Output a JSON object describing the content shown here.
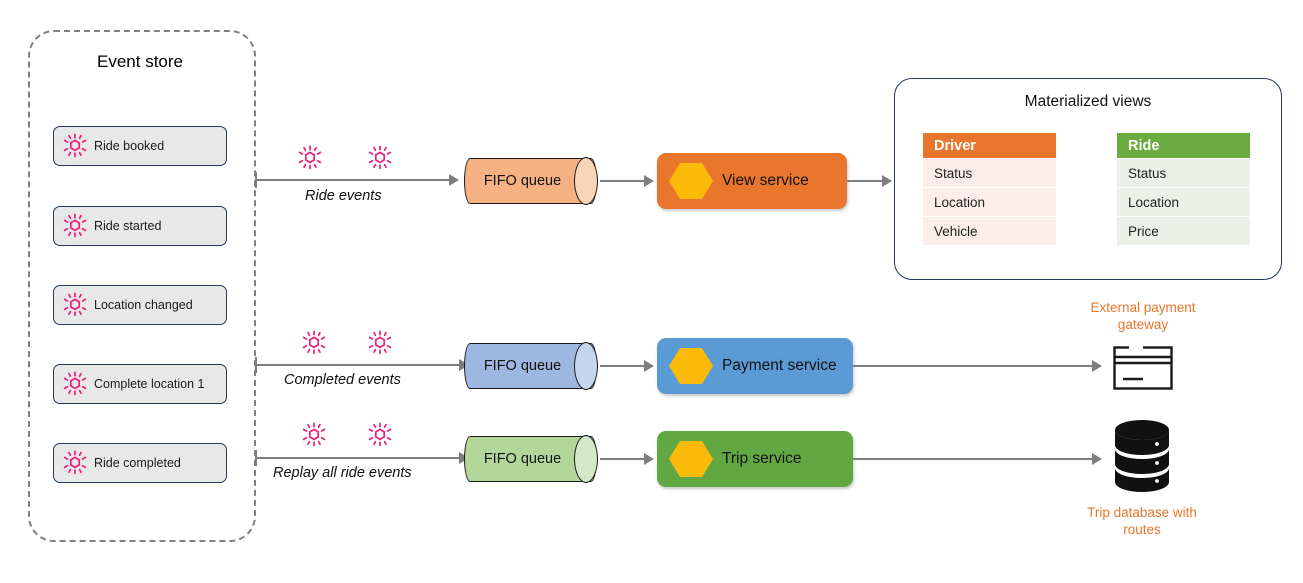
{
  "event_store": {
    "title": "Event store",
    "events": [
      {
        "label": "Ride booked",
        "icon": "event-sun-icon"
      },
      {
        "label": "Ride started",
        "icon": "event-sun-icon"
      },
      {
        "label": "Location changed",
        "icon": "event-sun-icon"
      },
      {
        "label": "Complete location 1",
        "icon": "event-sun-icon"
      },
      {
        "label": "Ride completed",
        "icon": "event-sun-icon"
      }
    ]
  },
  "flows": [
    {
      "caption": "Ride events",
      "queue": "FIFO queue",
      "service": "View service"
    },
    {
      "caption": "Completed events",
      "queue": "FIFO queue",
      "service": "Payment service"
    },
    {
      "caption": "Replay all ride events",
      "queue": "FIFO queue",
      "service": "Trip service"
    }
  ],
  "materialized_views": {
    "title": "Materialized views",
    "tables": [
      {
        "name": "Driver",
        "header_color": "#E8762C",
        "row_color": "#FBEDEA",
        "rows": [
          "Status",
          "Location",
          "Vehicle"
        ]
      },
      {
        "name": "Ride",
        "header_color": "#6AAA3E",
        "row_color": "#EBF0E9",
        "rows": [
          "Status",
          "Location",
          "Price"
        ]
      }
    ]
  },
  "external_nodes": [
    {
      "caption": "External payment\ngateway",
      "icon": "credit-card-icon",
      "color": "#E8762C"
    },
    {
      "caption": "Trip database with\nroutes",
      "icon": "database-icon",
      "color": "#E8762C"
    }
  ],
  "colors": {
    "queue_top": "#F5B183",
    "queue_middle": "#9DB7E0",
    "queue_bottom": "#B3D79B",
    "service_top": "#E8762C",
    "service_middle": "#5B9BD5",
    "service_bottom": "#61A843",
    "hexagon": "#FBBA07",
    "event_icon": "#EC1E79",
    "line": "#7D7D7D",
    "event_box_border": "#23395B",
    "event_box_fill": "#E8E8E8"
  }
}
